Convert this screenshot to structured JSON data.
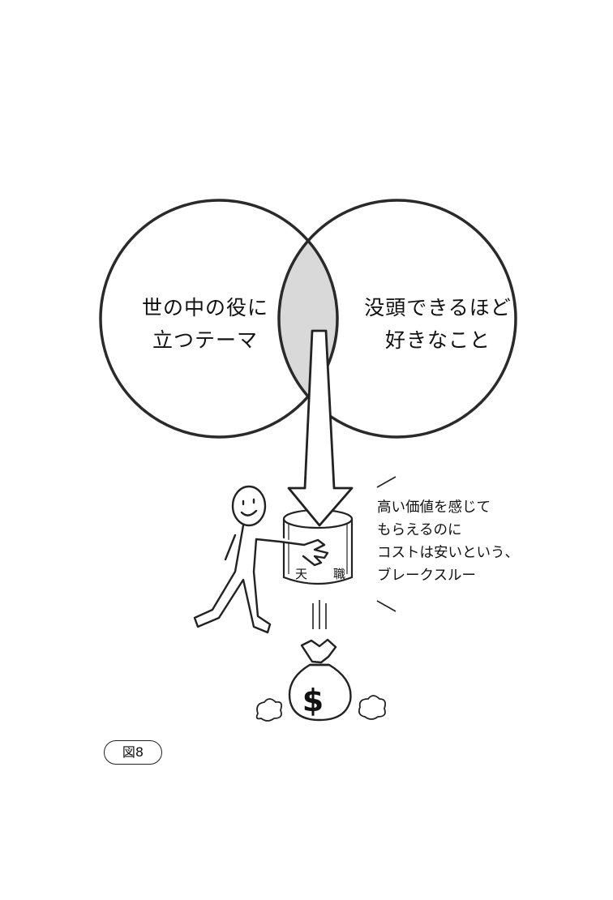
{
  "venn": {
    "left_circle": {
      "lines": [
        "世の中の役に",
        "立つテーマ"
      ]
    },
    "right_circle": {
      "lines": [
        "没頭できるほど",
        "好きなこと"
      ]
    },
    "overlap_fill_color": "#d9d9d9"
  },
  "mug": {
    "chars": [
      "天",
      "職"
    ]
  },
  "note": {
    "lines": [
      "高い価値を感じて",
      "もらえるのに",
      "コストは安いという、",
      "ブレークスルー"
    ]
  },
  "money_bag": {
    "symbol": "$"
  },
  "figure_label": "図8"
}
